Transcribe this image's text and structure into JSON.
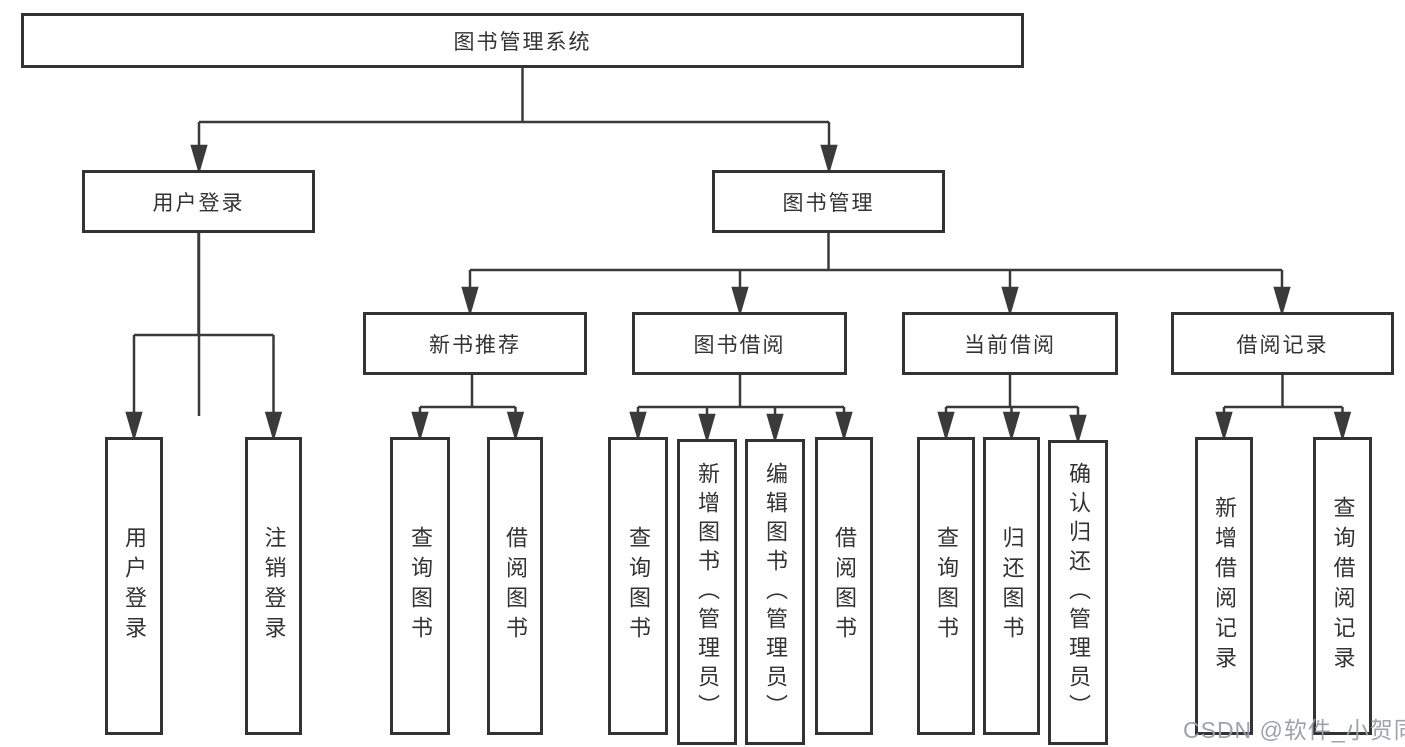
{
  "colors": {
    "background": "#ffffff",
    "line": "#3a3a3a",
    "box_border": "#333333",
    "box_fill": "#ffffff",
    "text": "#333333",
    "watermark_text": "#989ea8"
  },
  "tree": {
    "root": {
      "label": "图书管理系统"
    },
    "branches": [
      {
        "label": "用户登录",
        "children": [
          {
            "label": "用户登录"
          },
          {
            "label": "注销登录"
          }
        ]
      },
      {
        "label": "图书管理",
        "children": [
          {
            "label": "新书推荐",
            "children": [
              {
                "label": "查询图书"
              },
              {
                "label": "借阅图书"
              }
            ]
          },
          {
            "label": "图书借阅",
            "children": [
              {
                "label": "查询图书"
              },
              {
                "label": "新增图书（管理员）"
              },
              {
                "label": "编辑图书（管理员）"
              },
              {
                "label": "借阅图书"
              }
            ]
          },
          {
            "label": "当前借阅",
            "children": [
              {
                "label": "查询图书"
              },
              {
                "label": "归还图书"
              },
              {
                "label": "确认归还（管理员）"
              }
            ]
          },
          {
            "label": "借阅记录",
            "children": [
              {
                "label": "新增借阅记录"
              },
              {
                "label": "查询借阅记录"
              }
            ]
          }
        ]
      }
    ]
  },
  "watermark": {
    "text": "CSDN @软件_小贺同学"
  }
}
